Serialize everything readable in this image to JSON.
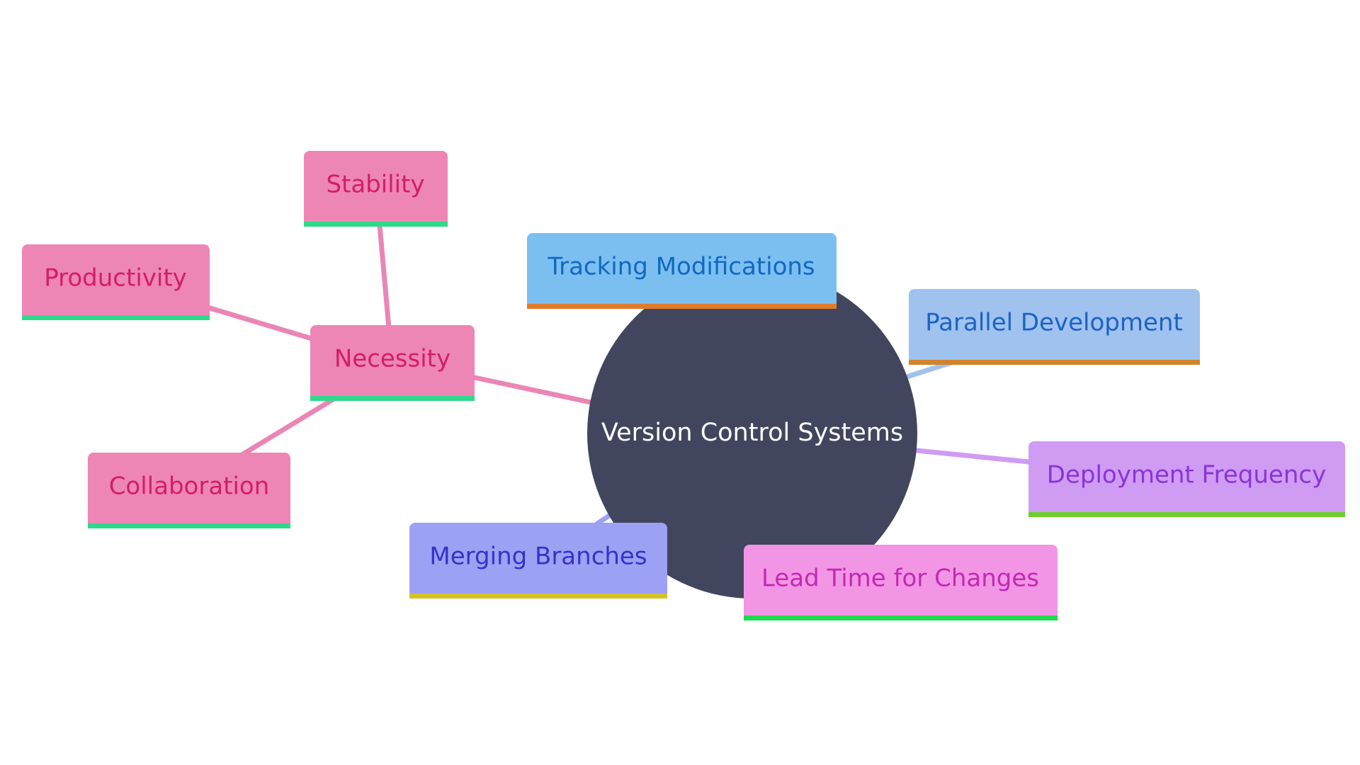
{
  "diagram": {
    "type": "mindmap",
    "root": {
      "label": "Version Control Systems"
    },
    "colors": {
      "root_fill": "#41465e",
      "pink_fill": "#ed86b5",
      "pink_text": "#d41c68",
      "pink_bar": "#2fd98a",
      "blue_fill": "#7bbff1",
      "blue_text": "#1367bf",
      "blue_bar": "#e07b2a",
      "lightblue_fill": "#9fc2ee",
      "lightblue_text": "#1d62c4",
      "lightblue_bar": "#d0842c",
      "purple_fill": "#cf9bf3",
      "purple_text": "#8a34d6",
      "purple_bar": "#6ccf2c",
      "indigo_fill": "#9da1f3",
      "indigo_text": "#3333c9",
      "indigo_bar": "#d3c225",
      "magenta_fill": "#f395e5",
      "magenta_text": "#c229b3",
      "magenta_bar": "#1fd84d"
    },
    "nodes": {
      "necessity": {
        "label": "Necessity",
        "parent": "root"
      },
      "stability": {
        "label": "Stability",
        "parent": "necessity"
      },
      "productivity": {
        "label": "Productivity",
        "parent": "necessity"
      },
      "collaboration": {
        "label": "Collaboration",
        "parent": "necessity"
      },
      "tracking": {
        "label": "Tracking Modifications",
        "parent": "root"
      },
      "parallel": {
        "label": "Parallel Development",
        "parent": "root"
      },
      "deployment": {
        "label": "Deployment Frequency",
        "parent": "root"
      },
      "merging": {
        "label": "Merging Branches",
        "parent": "root"
      },
      "leadtime": {
        "label": "Lead Time for Changes",
        "parent": "root"
      }
    }
  }
}
